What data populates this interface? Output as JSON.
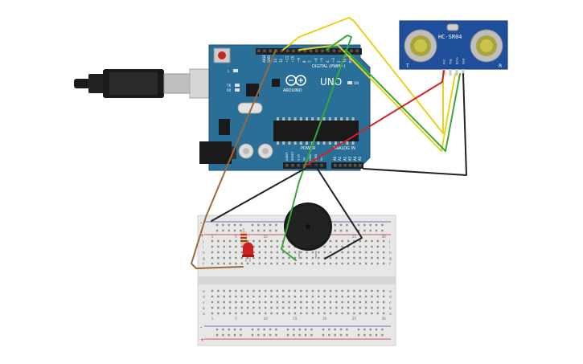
{
  "arduino": {
    "brand": "ARDUINO",
    "model": "UNO",
    "digital_label": "DIGITAL (PWM~)",
    "aref": "AREF",
    "gnd": "GND",
    "power_label": "POWER",
    "analog_label": "ANALOG IN",
    "led_l": "L",
    "led_tx": "TX",
    "led_rx": "RX",
    "led_on": "ON",
    "top_pins": [
      "13",
      "12",
      "~11",
      "~10",
      "~9",
      "8",
      "7",
      "~6",
      "~5",
      "4",
      "~3",
      "2",
      "TX 1",
      "RX 0"
    ],
    "power_pins": [
      "IOREF",
      "RESET",
      "3.3V",
      "5V",
      "GND",
      "GND",
      "Vin"
    ],
    "analog_pins": [
      "A0",
      "A1",
      "A2",
      "A3",
      "A4",
      "A5"
    ]
  },
  "sensor": {
    "name": "HC-SR04",
    "pins": [
      "Vcc",
      "Trig",
      "Echo",
      "Gnd"
    ],
    "left_mark": "T",
    "right_mark": "R"
  },
  "breadboard": {
    "col_numbers": [
      "1",
      "5",
      "10",
      "15",
      "20",
      "25",
      "30"
    ],
    "row_letters_top": [
      "j",
      "i",
      "h",
      "g",
      "f"
    ],
    "row_letters_bottom": [
      "e",
      "d",
      "c",
      "b",
      "a"
    ],
    "rail_plus": "+",
    "rail_minus": "-"
  },
  "colors": {
    "board": "#2a6f97",
    "sensor": "#1f4e9a",
    "wire_yellow": "#e8d21f",
    "wire_green": "#38a838",
    "wire_red": "#d42222",
    "wire_black": "#222222",
    "wire_brown": "#9a6a3c",
    "led": "#cc1f1f"
  }
}
